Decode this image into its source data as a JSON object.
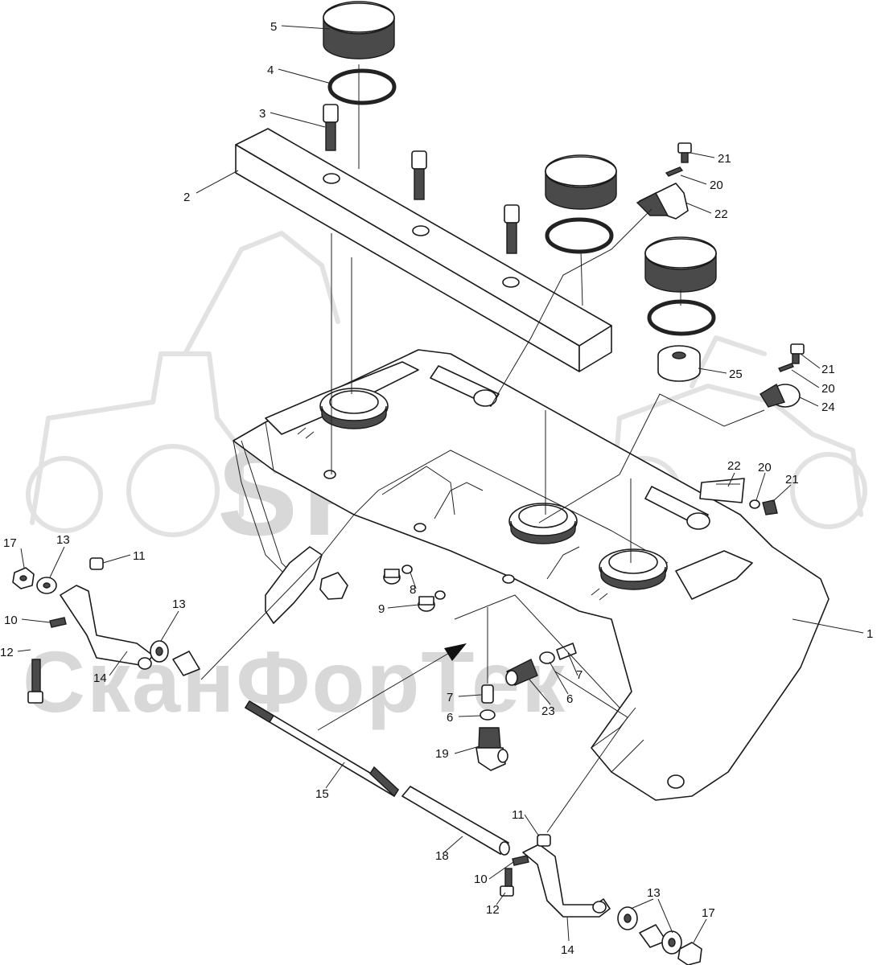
{
  "watermark": {
    "brand": "SFT",
    "company": "СканФорТек"
  },
  "callouts": [
    {
      "id": "5",
      "text": "5"
    },
    {
      "id": "4",
      "text": "4"
    },
    {
      "id": "3",
      "text": "3"
    },
    {
      "id": "2",
      "text": "2"
    },
    {
      "id": "21a",
      "text": "21"
    },
    {
      "id": "20a",
      "text": "20"
    },
    {
      "id": "22a",
      "text": "22"
    },
    {
      "id": "25",
      "text": "25"
    },
    {
      "id": "21b",
      "text": "21"
    },
    {
      "id": "20b",
      "text": "20"
    },
    {
      "id": "24",
      "text": "24"
    },
    {
      "id": "22b",
      "text": "22"
    },
    {
      "id": "20c",
      "text": "20"
    },
    {
      "id": "21c",
      "text": "21"
    },
    {
      "id": "1",
      "text": "1"
    },
    {
      "id": "17a",
      "text": "17"
    },
    {
      "id": "13a",
      "text": "13"
    },
    {
      "id": "11a",
      "text": "11"
    },
    {
      "id": "10a",
      "text": "10"
    },
    {
      "id": "12a",
      "text": "12"
    },
    {
      "id": "14a",
      "text": "14"
    },
    {
      "id": "13b",
      "text": "13"
    },
    {
      "id": "9",
      "text": "9"
    },
    {
      "id": "8",
      "text": "8"
    },
    {
      "id": "7a",
      "text": "7"
    },
    {
      "id": "6a",
      "text": "6"
    },
    {
      "id": "23",
      "text": "23"
    },
    {
      "id": "7b",
      "text": "7"
    },
    {
      "id": "6b",
      "text": "6"
    },
    {
      "id": "19",
      "text": "19"
    },
    {
      "id": "15",
      "text": "15"
    },
    {
      "id": "18",
      "text": "18"
    },
    {
      "id": "11b",
      "text": "11"
    },
    {
      "id": "10b",
      "text": "10"
    },
    {
      "id": "12b",
      "text": "12"
    },
    {
      "id": "14b",
      "text": "14"
    },
    {
      "id": "13c",
      "text": "13"
    },
    {
      "id": "17b",
      "text": "17"
    }
  ]
}
